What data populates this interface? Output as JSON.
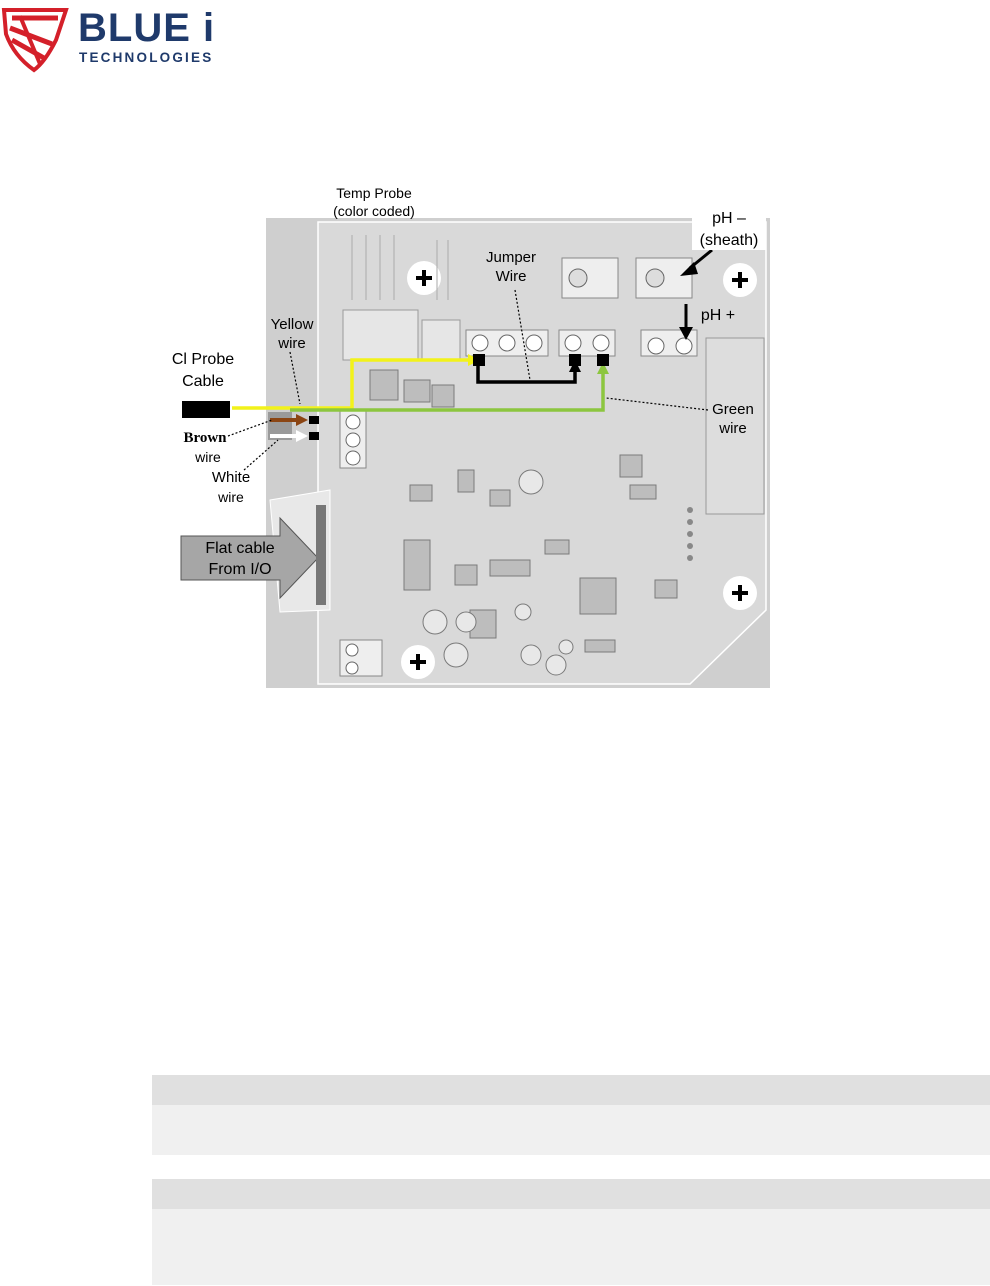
{
  "logo": {
    "wordmark": "BLUE i",
    "subtitle": "TECHNOLOGIES",
    "brand_colors": {
      "red": "#d4202a",
      "blue": "#1f3a6b"
    }
  },
  "diagram": {
    "labels": {
      "temp_probe_line1": "Temp Probe",
      "temp_probe_line2": "(color coded)",
      "ph_minus_line1": "pH –",
      "ph_minus_line2": "(sheath)",
      "ph_plus": "pH +",
      "jumper_line1": "Jumper",
      "jumper_line2": "Wire",
      "yellow_line1": "Yellow",
      "yellow_line2": "wire",
      "cl_probe_line1": "Cl Probe",
      "cl_probe_line2": "Cable",
      "brown_line1": "Brown",
      "brown_line2": "wire",
      "white_line1": "White",
      "white_line2": "wire",
      "green_line1": "Green",
      "green_line2": "wire",
      "flat_cable_line1": "Flat cable",
      "flat_cable_line2": "From I/O"
    },
    "wire_colors": {
      "yellow": "#f2f21a",
      "green": "#8cc63f",
      "brown": "#8b4513",
      "white": "#ffffff",
      "black": "#000000"
    }
  },
  "bands": [
    {
      "type": "header"
    },
    {
      "type": "body"
    },
    {
      "type": "header"
    },
    {
      "type": "body"
    }
  ]
}
